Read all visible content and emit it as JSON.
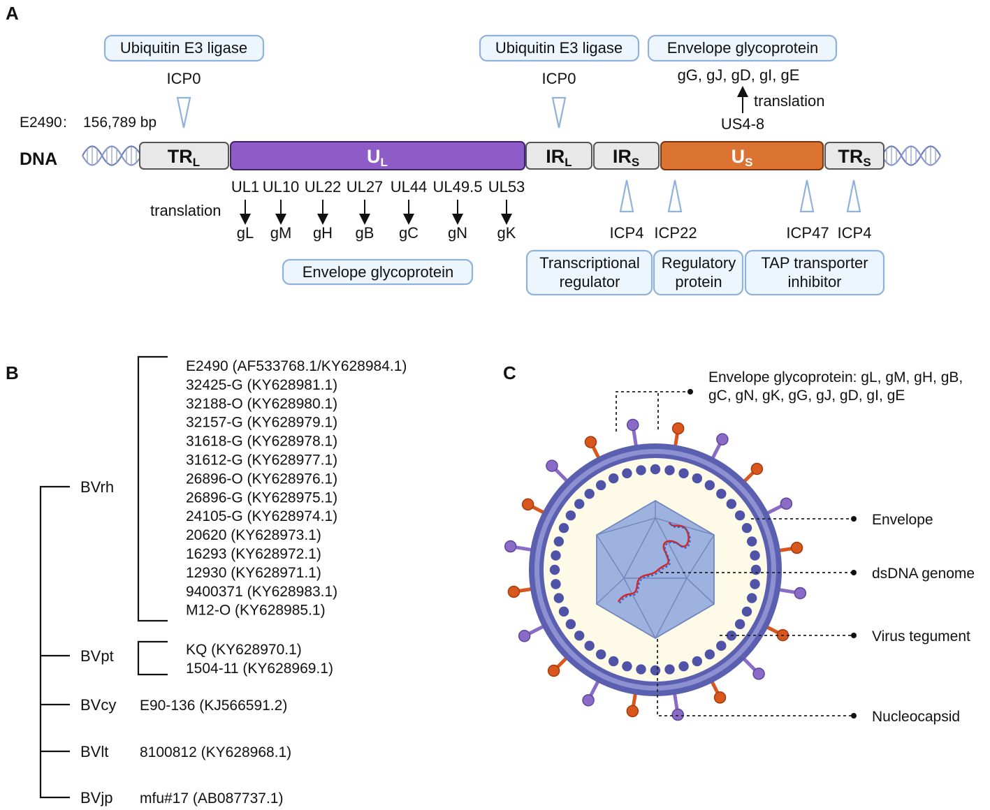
{
  "panels": {
    "a": "A",
    "b": "B",
    "c": "C"
  },
  "panel_a": {
    "strain": "E2490",
    "length": "156,789 bp",
    "dna_label": "DNA",
    "segments": [
      {
        "main": "TR",
        "sub": "L"
      },
      {
        "main": "U",
        "sub": "L"
      },
      {
        "main": "IR",
        "sub": "L"
      },
      {
        "main": "IR",
        "sub": "S"
      },
      {
        "main": "U",
        "sub": "S"
      },
      {
        "main": "TR",
        "sub": "S"
      }
    ],
    "top_boxes": [
      "Ubiquitin E3 ligase",
      "Ubiquitin E3 ligase",
      "Envelope glycoprotein"
    ],
    "top_genes": [
      "ICP0",
      "ICP0"
    ],
    "us_glycoproteins": "gG, gJ, gD, gI, gE",
    "us_translation": "translation",
    "us_gene": "US4-8",
    "ul_translation": "translation",
    "ul_genes": [
      "UL1",
      "UL10",
      "UL22",
      "UL27",
      "UL44",
      "UL49.5",
      "UL53"
    ],
    "ul_products": [
      "gL",
      "gM",
      "gH",
      "gB",
      "gC",
      "gN",
      "gK"
    ],
    "ul_box": "Envelope glycoprotein",
    "bottom_genes": [
      "ICP4",
      "ICP22",
      "ICP47",
      "ICP4"
    ],
    "bottom_boxes": [
      {
        "line1": "Transcriptional",
        "line2": "regulator"
      },
      {
        "line1": "Regulatory",
        "line2": "protein"
      },
      {
        "line1": "TAP transporter",
        "line2": "inhibitor"
      }
    ]
  },
  "panel_b": {
    "clades": [
      "BVrh",
      "BVpt",
      "BVcy",
      "BVlt",
      "BVjp"
    ],
    "bvrh_strains": [
      "E2490 (AF533768.1/KY628984.1)",
      "32425-G (KY628981.1)",
      "32188-O (KY628980.1)",
      "32157-G (KY628979.1)",
      "31618-G (KY628978.1)",
      "31612-G (KY628977.1)",
      "26896-O (KY628976.1)",
      "26896-G (KY628975.1)",
      "24105-G (KY628974.1)",
      "20620 (KY628973.1)",
      "16293 (KY628972.1)",
      "12930 (KY628971.1)",
      "9400371 (KY628983.1)",
      "M12-O (KY628985.1)"
    ],
    "bvpt_strains": [
      "KQ (KY628970.1)",
      "1504-11 (KY628969.1)"
    ],
    "bvcy_strain": "E90-136 (KJ566591.2)",
    "bvlt_strain": "8100812 (KY628968.1)",
    "bvjp_strain": "mfu#17 (AB087737.1)"
  },
  "panel_c": {
    "glyco_line1": "Envelope glycoprotein: gL, gM, gH, gB,",
    "glyco_line2": "gC, gN, gK, gG, gJ, gD, gI, gE",
    "labels": [
      "Envelope",
      "dsDNA genome",
      "Virus tegument",
      "Nucleocapsid"
    ]
  },
  "colors": {
    "ul_segment": "#8e5cc6",
    "us_segment": "#db7432",
    "envelope": "#5a5fb0",
    "tegument_beads": "#4f53a8",
    "capsid": "#9db2de",
    "spike_orange": "#d9561c",
    "spike_purple": "#8a6cc6",
    "callout_box": "#eef6fd",
    "callout_border": "#8fb2dc"
  },
  "icons": [
    "dna-helix-icon",
    "down-arrow-icon",
    "up-arrow-icon",
    "triangle-marker-icon"
  ]
}
